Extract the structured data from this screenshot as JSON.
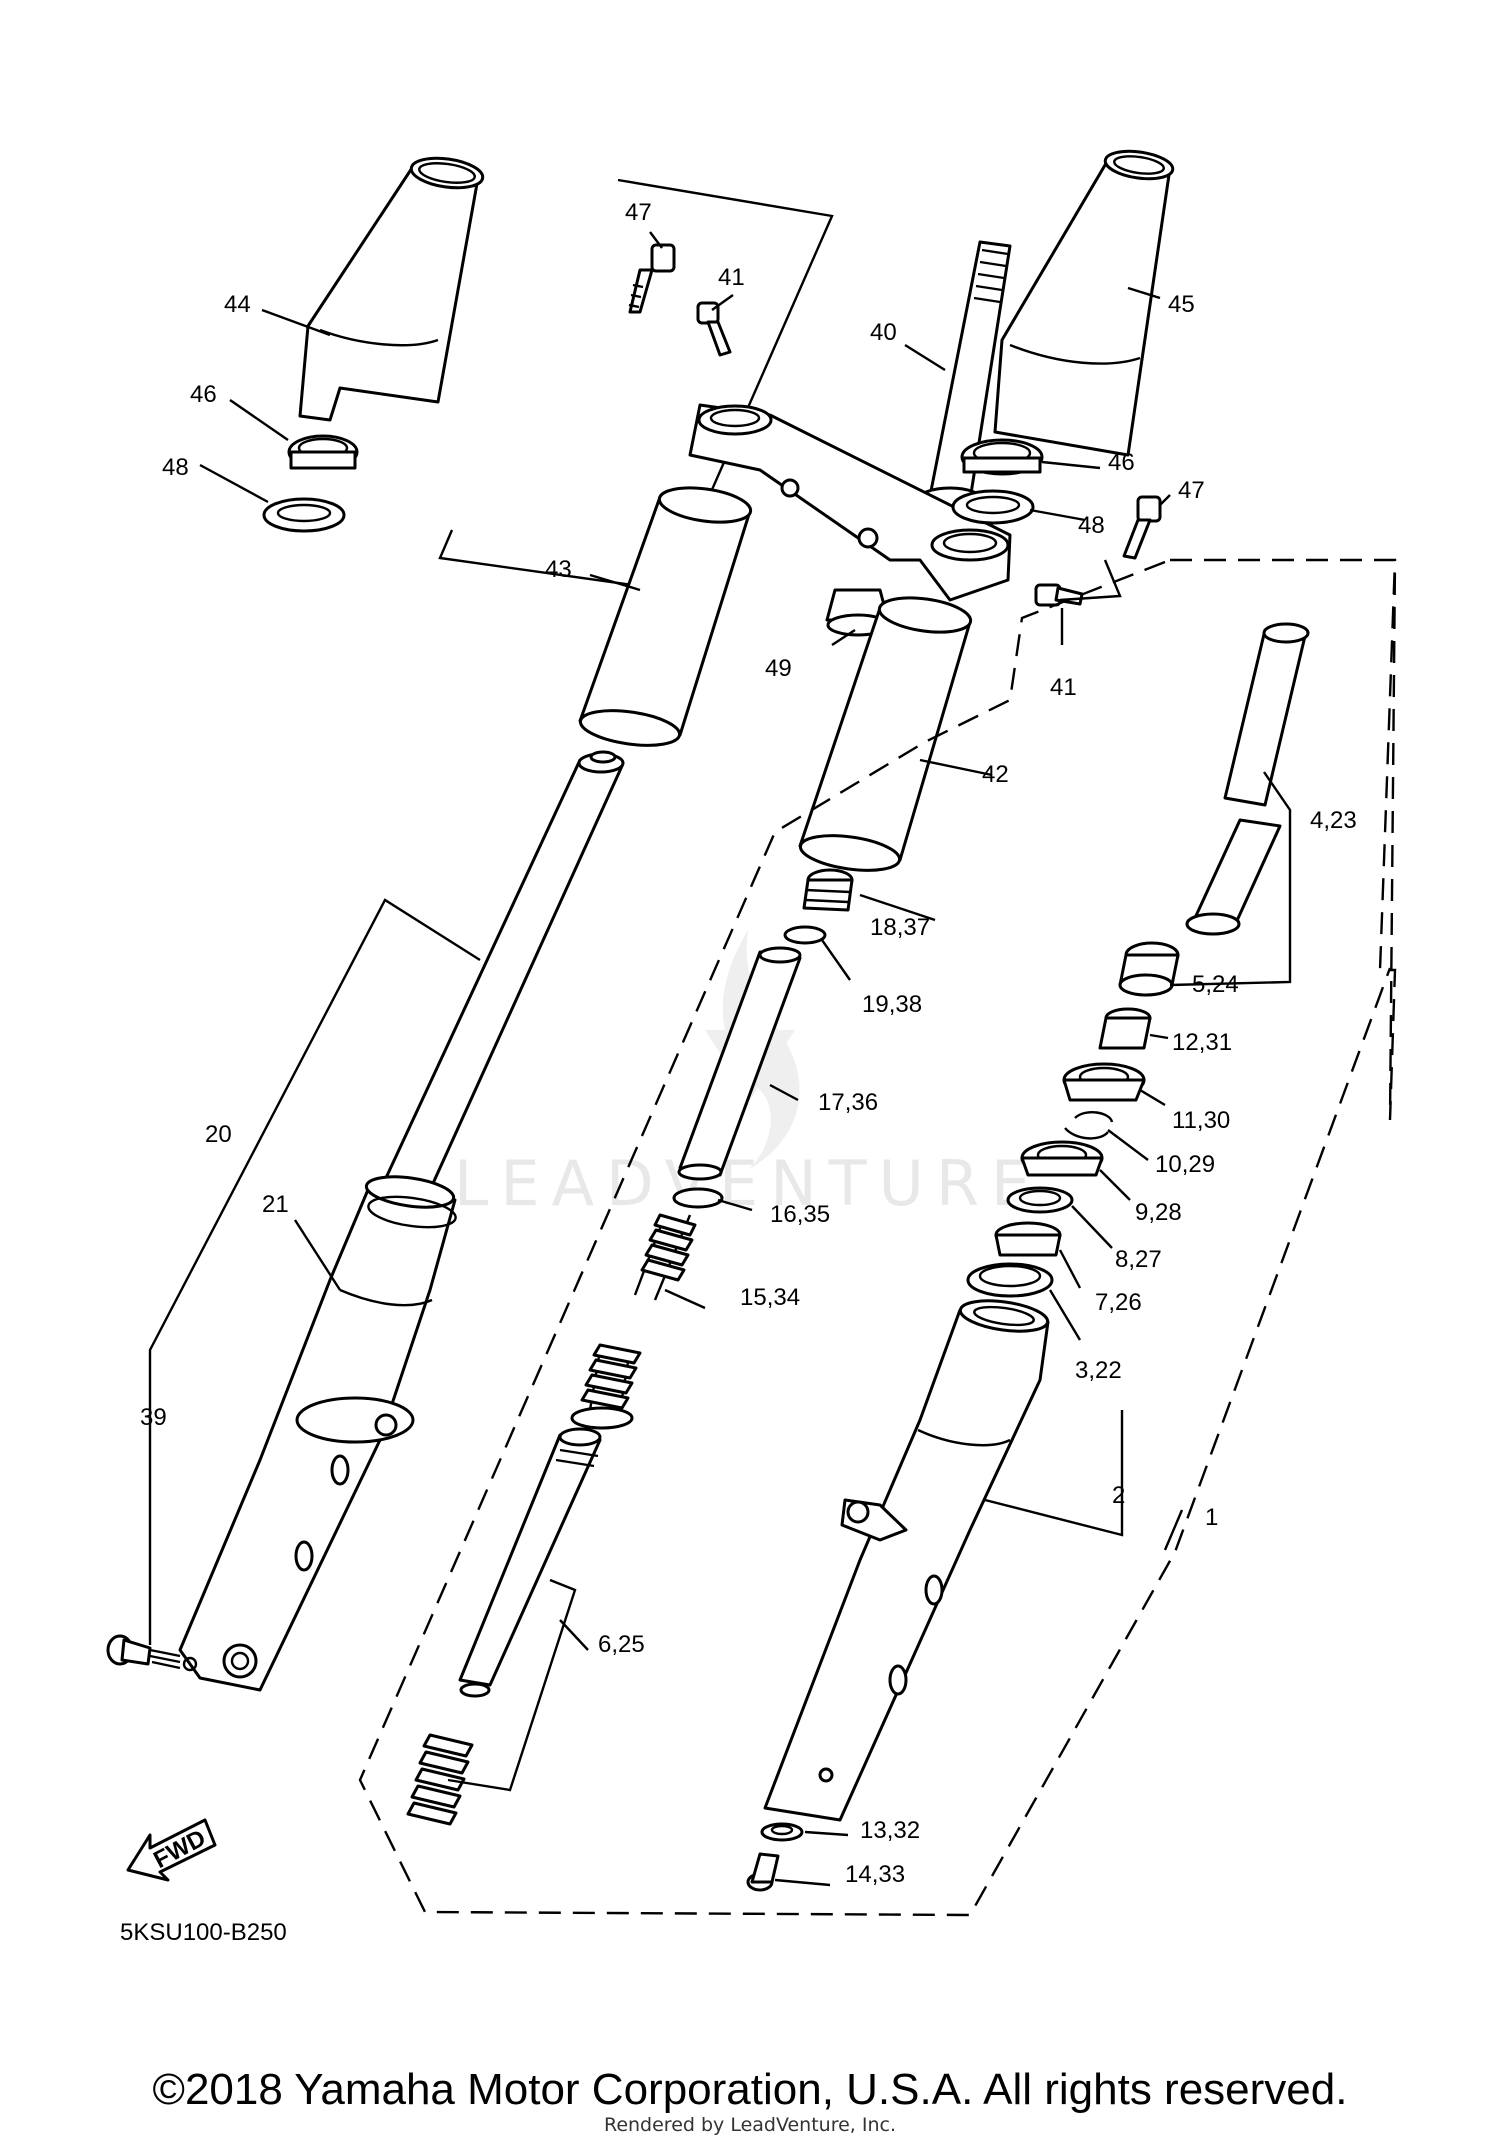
{
  "diagram": {
    "code": "5KSU100-B250",
    "fwd_label": "FWD",
    "watermark": "LEADVENTURE",
    "labels": {
      "p1": "1",
      "p2": "2",
      "p3": "3,22",
      "p4": "4,23",
      "p5": "5,24",
      "p6": "6,25",
      "p7": "7,26",
      "p8": "8,27",
      "p9": "9,28",
      "p10": "10,29",
      "p11": "11,30",
      "p12": "12,31",
      "p13": "13,32",
      "p14": "14,33",
      "p15": "15,34",
      "p16": "16,35",
      "p17": "17,36",
      "p18": "18,37",
      "p19": "19,38",
      "p20": "20",
      "p21": "21",
      "p39": "39",
      "p40": "40",
      "p41a": "41",
      "p41b": "41",
      "p42": "42",
      "p43": "43",
      "p44": "44",
      "p45": "45",
      "p46a": "46",
      "p46b": "46",
      "p47a": "47",
      "p47b": "47",
      "p48a": "48",
      "p48b": "48",
      "p49": "49"
    }
  },
  "footer": {
    "copyright": "©2018 Yamaha Motor Corporation, U.S.A. All rights reserved.",
    "rendered_by": "Rendered by LeadVenture, Inc."
  }
}
